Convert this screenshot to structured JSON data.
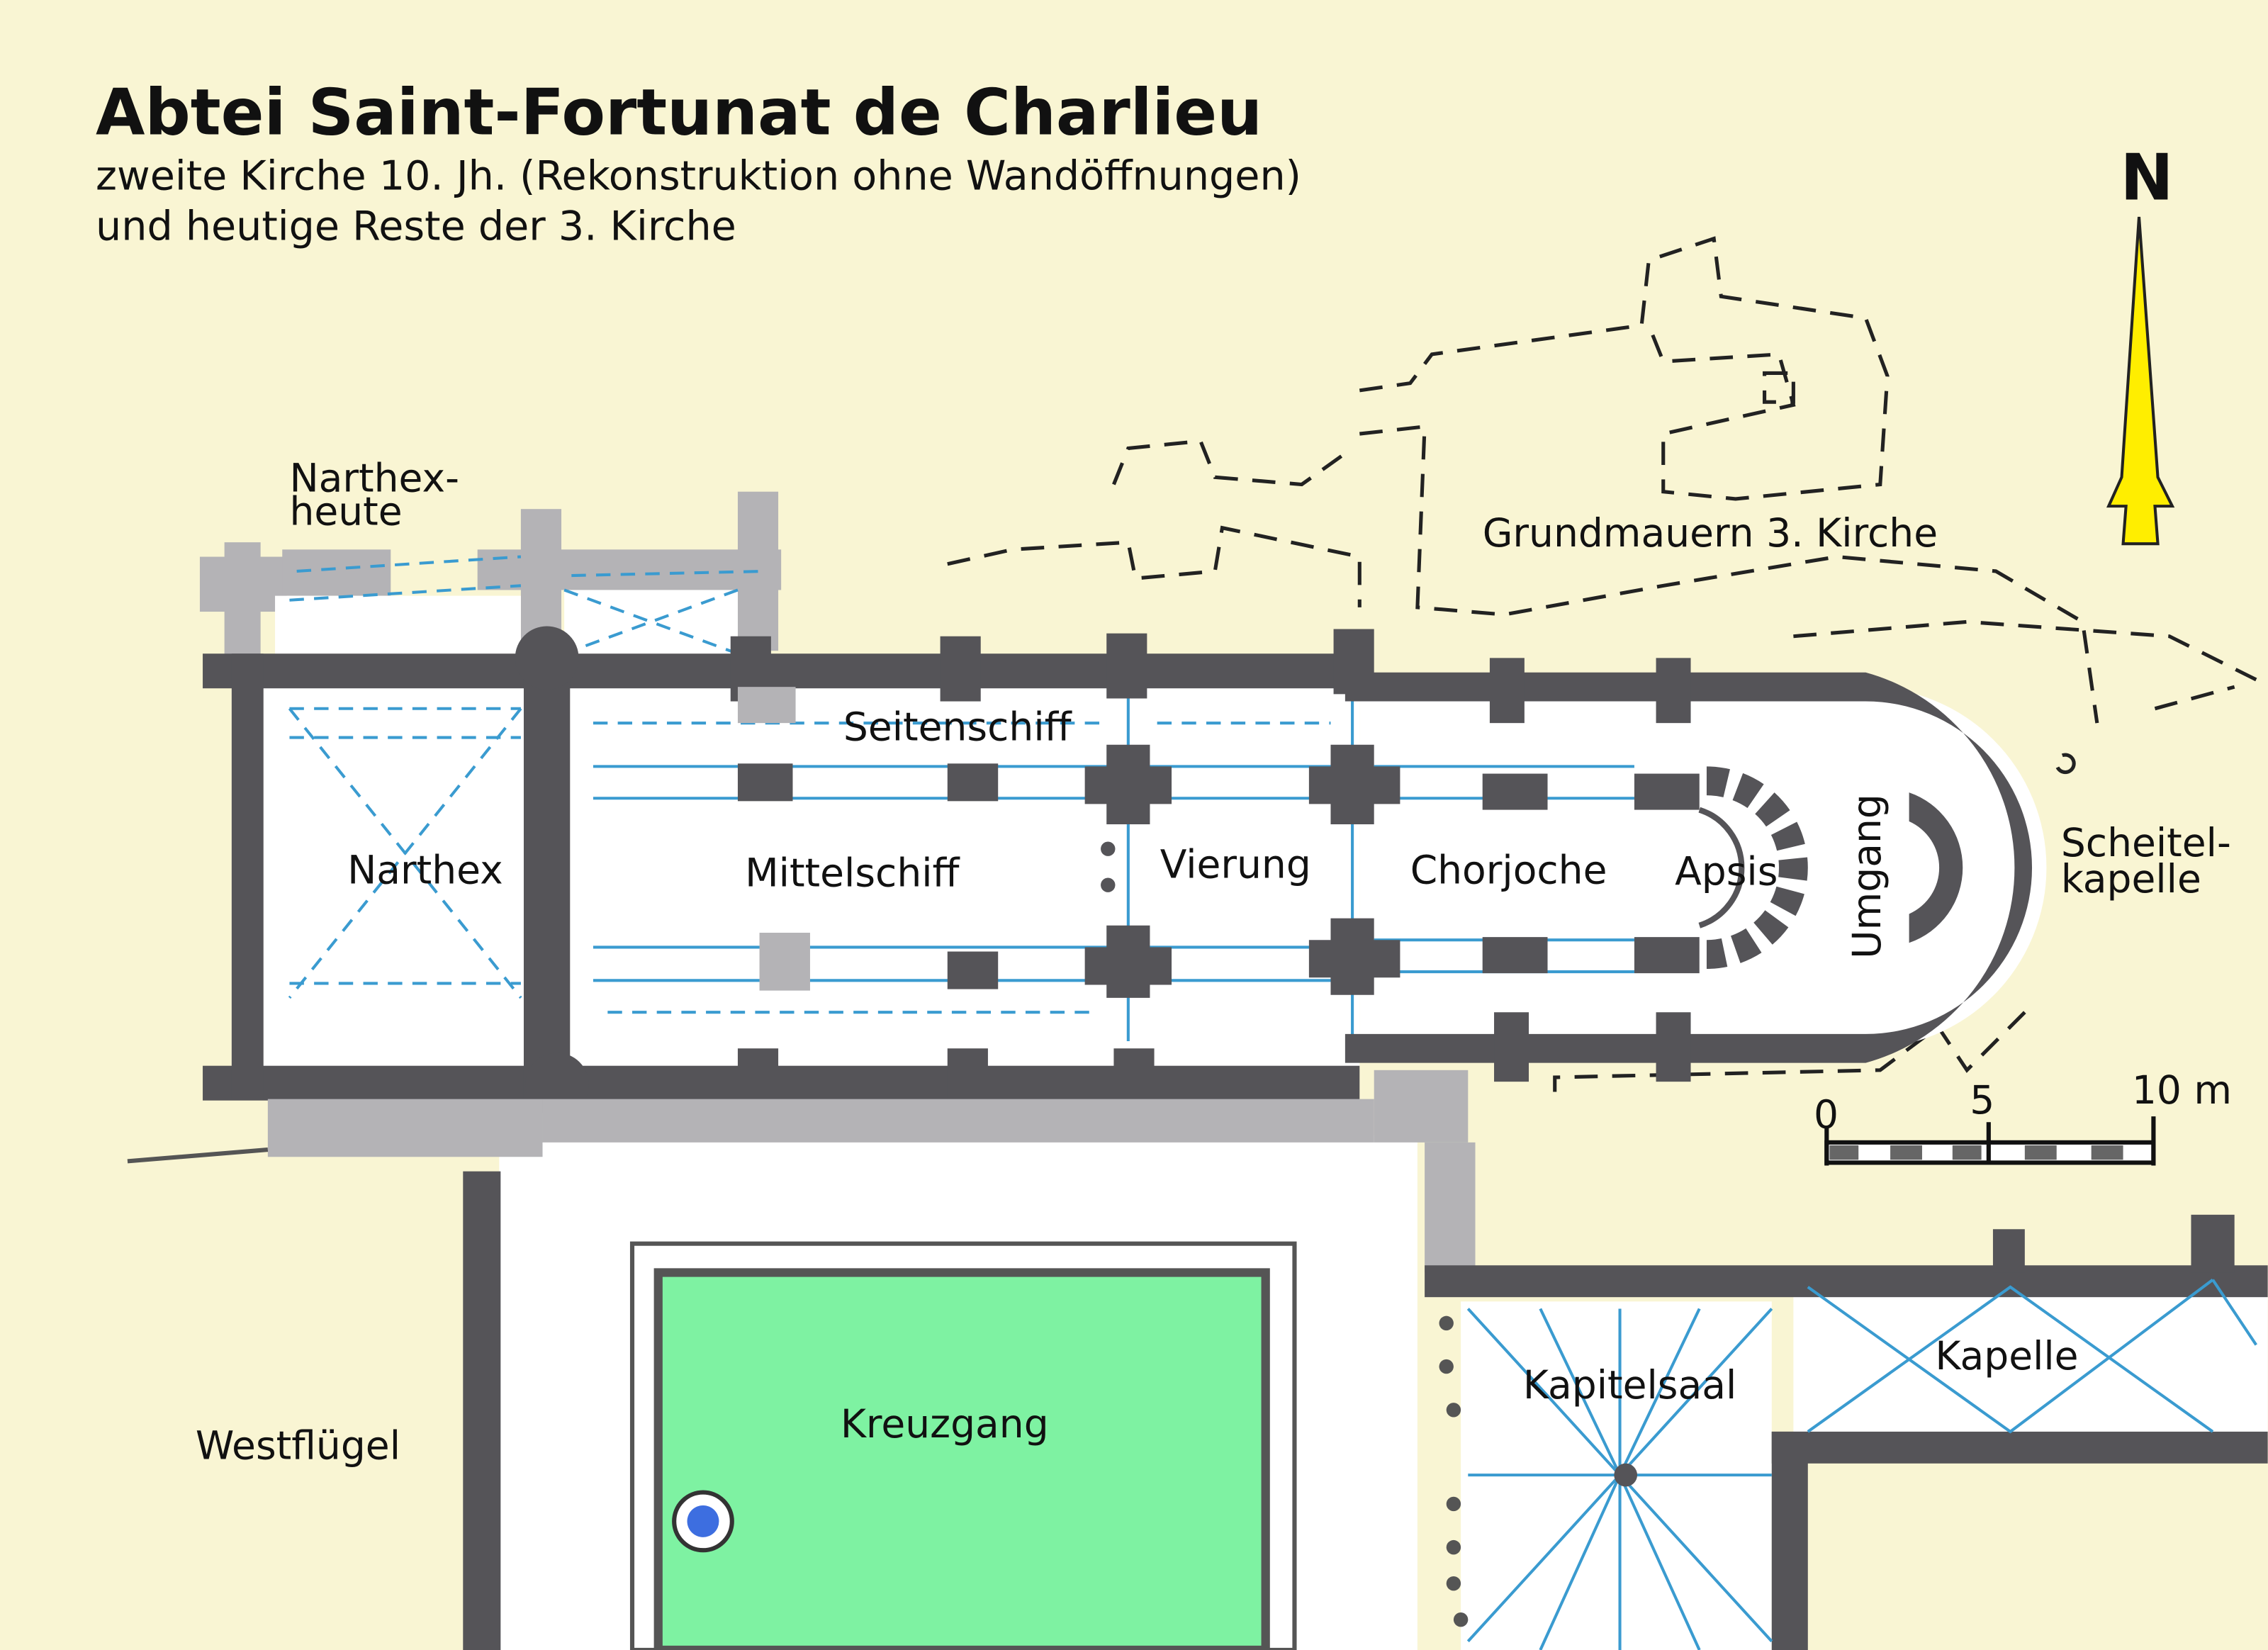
{
  "header": {
    "title": "Abtei Saint-Fortunat de Charlieu",
    "subtitle_line1": "zweite Kirche 10. Jh. (Rekonstruktion ohne Wandöffnungen)",
    "subtitle_line2": "und heutige Reste der 3. Kirche"
  },
  "north": {
    "label": "N",
    "color": "#ffee00",
    "icon": "north-arrow-icon"
  },
  "labels": {
    "narthex_heute_1": "Narthex-",
    "narthex_heute_2": "heute",
    "grundmauern": "Grundmauern 3. Kirche",
    "seitenschiff": "Seitenschiff",
    "narthex": "Narthex",
    "mittelschiff": "Mittelschiff",
    "vierung": "Vierung",
    "chorjoche": "Chorjoche",
    "apsis": "Apsis",
    "umgang": "Umgang",
    "scheitel_1": "Scheitel-",
    "scheitel_2": "kapelle",
    "kreuzgang": "Kreuzgang",
    "westfluegel": "Westflügel",
    "kapitelsaal": "Kapitelsaal",
    "kapelle": "Kapelle"
  },
  "scale": {
    "ticks": [
      "0",
      "5",
      "10 m"
    ]
  },
  "colors": {
    "background": "#f9f5d3",
    "walls_2nd_church": "#555458",
    "remains": "#b4b3b6",
    "vaults": "#3a9bd0",
    "cloister_garth": "#7ef2a2",
    "well": "#3d6ee0"
  }
}
